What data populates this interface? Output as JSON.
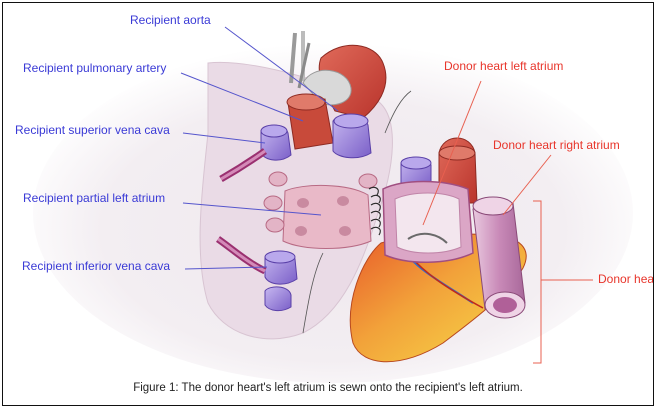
{
  "labels": {
    "recipient_aorta": "Recipient aorta",
    "recipient_pulmonary_artery": "Recipient pulmonary artery",
    "recipient_svc": "Recipient superior vena cava",
    "recipient_partial_la": "Recipient partial left atrium",
    "recipient_ivc": "Recipient inferior vena cava",
    "donor_left_atrium": "Donor heart left atrium",
    "donor_right_atrium": "Donor heart right atrium",
    "donor_heart": "Donor hea"
  },
  "caption": "Figure 1: The donor heart's left atrium is sewn onto the recipient's left atrium.",
  "colors": {
    "recipient_label": "#3a3ad6",
    "donor_label": "#e8352b",
    "leader_blue": "#5555cc",
    "leader_red": "#e86050"
  }
}
